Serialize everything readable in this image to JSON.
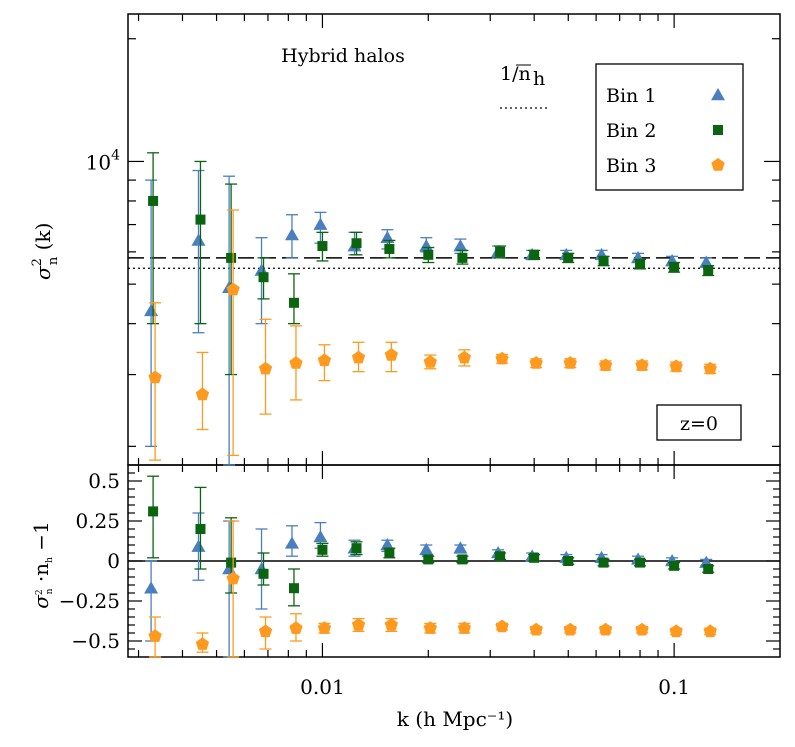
{
  "chart_data": [
    {
      "type": "scatter",
      "panel": "top",
      "title": "Hybrid halos",
      "xscale": "log",
      "yscale": "log",
      "xlim": [
        0.0028,
        0.2
      ],
      "ylim": [
        1800,
        23000
      ],
      "ylabel_symbol": "σ",
      "ylabel_sup": "2",
      "ylabel_sub": "n",
      "ylabel_tail": " (k)",
      "y_major_ticks": [
        {
          "value": 10000,
          "base": "10",
          "exp": "4"
        }
      ],
      "y_minor_ticks": [
        2000,
        3000,
        4000,
        5000,
        6000,
        7000,
        8000,
        9000,
        20000
      ],
      "annotation": "z=0",
      "reference_lines": [
        {
          "label_main": "1/n",
          "label_sub": "h",
          "style": "dotted",
          "value": 5470
        },
        {
          "label": "",
          "style": "dashed",
          "value": 5800
        }
      ],
      "legend": {
        "position": "top-right",
        "entries": [
          "Bin 1",
          "Bin 2",
          "Bin 3"
        ]
      },
      "series": [
        {
          "name": "Bin 1",
          "marker": "triangle",
          "color": "#4a7fbf",
          "x": [
            0.0033,
            0.0045,
            0.0055,
            0.0068,
            0.0083,
            0.01,
            0.0125,
            0.0155,
            0.02,
            0.025,
            0.032,
            0.04,
            0.05,
            0.063,
            0.08,
            0.1,
            0.125
          ],
          "y": [
            4300,
            6400,
            4900,
            5400,
            6600,
            7000,
            6200,
            6500,
            6200,
            6200,
            6000,
            5900,
            5900,
            5900,
            5800,
            5700,
            5650
          ],
          "yerr": [
            [
              2000,
              9000
            ],
            [
              3800,
              9500
            ],
            [
              1800,
              9200
            ],
            [
              4000,
              6500
            ],
            [
              5800,
              7400
            ],
            [
              6300,
              7500
            ],
            [
              5900,
              6700
            ],
            [
              6100,
              6800
            ],
            [
              6000,
              6500
            ],
            [
              5950,
              6450
            ],
            [
              5800,
              6200
            ],
            [
              5750,
              6050
            ],
            [
              5750,
              6050
            ],
            [
              5750,
              6050
            ],
            [
              5650,
              5950
            ],
            [
              5550,
              5850
            ],
            [
              5500,
              5800
            ]
          ]
        },
        {
          "name": "Bin 2",
          "marker": "square",
          "color": "#0b6410",
          "x": [
            0.0033,
            0.0045,
            0.0055,
            0.0068,
            0.0083,
            0.01,
            0.0125,
            0.0155,
            0.02,
            0.025,
            0.032,
            0.04,
            0.05,
            0.063,
            0.08,
            0.1,
            0.125
          ],
          "y": [
            8000,
            7200,
            5800,
            5200,
            4500,
            6200,
            6300,
            6100,
            5900,
            5800,
            6000,
            5900,
            5800,
            5700,
            5600,
            5500,
            5400
          ],
          "yerr": [
            [
              4000,
              10500
            ],
            [
              4000,
              10000
            ],
            [
              3000,
              8800
            ],
            [
              4600,
              5800
            ],
            [
              4000,
              5300
            ],
            [
              5700,
              6700
            ],
            [
              5900,
              6700
            ],
            [
              5800,
              6400
            ],
            [
              5650,
              6150
            ],
            [
              5600,
              6050
            ],
            [
              5800,
              6200
            ],
            [
              5750,
              6050
            ],
            [
              5650,
              5950
            ],
            [
              5550,
              5850
            ],
            [
              5450,
              5750
            ],
            [
              5350,
              5650
            ],
            [
              5250,
              5550
            ]
          ]
        },
        {
          "name": "Bin 3",
          "marker": "pentagon",
          "color": "#ff9a1f",
          "x": [
            0.0033,
            0.0045,
            0.0055,
            0.0068,
            0.0083,
            0.01,
            0.0125,
            0.0155,
            0.02,
            0.025,
            0.032,
            0.04,
            0.05,
            0.063,
            0.08,
            0.1,
            0.125
          ],
          "y": [
            2950,
            2680,
            4850,
            3100,
            3200,
            3250,
            3300,
            3350,
            3220,
            3300,
            3280,
            3200,
            3200,
            3160,
            3160,
            3140,
            3100
          ],
          "yerr": [
            [
              1850,
              4500
            ],
            [
              2200,
              3400
            ],
            [
              1900,
              7600
            ],
            [
              2400,
              4100
            ],
            [
              2600,
              3950
            ],
            [
              2900,
              3550
            ],
            [
              3050,
              3600
            ],
            [
              3050,
              3600
            ],
            [
              3100,
              3350
            ],
            [
              3150,
              3450
            ],
            [
              3200,
              3360
            ],
            [
              3120,
              3280
            ],
            [
              3120,
              3280
            ],
            [
              3080,
              3240
            ],
            [
              3080,
              3240
            ],
            [
              3060,
              3220
            ],
            [
              3020,
              3180
            ]
          ]
        }
      ]
    },
    {
      "type": "scatter",
      "panel": "bottom",
      "xscale": "log",
      "xlim": [
        0.0028,
        0.2
      ],
      "ylim": [
        -0.6,
        0.6
      ],
      "xlabel": "k (h Mpc⁻¹)",
      "x_major_ticks": [
        {
          "value": 0.01,
          "label": "0.01"
        },
        {
          "value": 0.1,
          "label": "0.1"
        }
      ],
      "x_minor_ticks": [
        0.003,
        0.004,
        0.005,
        0.006,
        0.007,
        0.008,
        0.009,
        0.02,
        0.03,
        0.04,
        0.05,
        0.06,
        0.07,
        0.08,
        0.09
      ],
      "y_ticks": [
        {
          "value": 0.5,
          "label": "0.5"
        },
        {
          "value": 0.25,
          "label": "0.25"
        },
        {
          "value": 0,
          "label": "0"
        },
        {
          "value": -0.25,
          "label": "−0.25"
        },
        {
          "value": -0.5,
          "label": "−0.5"
        }
      ],
      "ylabel_parts": [
        "σ",
        "2",
        "n",
        " ·n",
        "h",
        " −1"
      ],
      "reference_lines": [
        {
          "style": "solid",
          "value": 0
        }
      ],
      "series": [
        {
          "name": "Bin 1",
          "marker": "triangle",
          "color": "#4a7fbf",
          "x": [
            0.0033,
            0.0045,
            0.0055,
            0.0068,
            0.0083,
            0.01,
            0.0125,
            0.0155,
            0.02,
            0.025,
            0.032,
            0.04,
            0.05,
            0.063,
            0.08,
            0.1,
            0.125
          ],
          "y": [
            -0.17,
            0.09,
            -0.05,
            -0.05,
            0.11,
            0.15,
            0.08,
            0.1,
            0.07,
            0.08,
            0.05,
            0.03,
            0.02,
            0.02,
            0.01,
            0,
            -0.01
          ],
          "yerr": [
            [
              -0.5,
              0
            ],
            [
              -0.12,
              0.3
            ],
            [
              -0.6,
              0.25
            ],
            [
              -0.3,
              0.2
            ],
            [
              0.03,
              0.22
            ],
            [
              0.08,
              0.24
            ],
            [
              0.03,
              0.13
            ],
            [
              0.06,
              0.13
            ],
            [
              0.04,
              0.1
            ],
            [
              0.05,
              0.1
            ],
            [
              0.03,
              0.07
            ],
            [
              0.01,
              0.05
            ],
            [
              0,
              0.04
            ],
            [
              0,
              0.04
            ],
            [
              -0.01,
              0.03
            ],
            [
              -0.02,
              0.02
            ],
            [
              -0.03,
              0.01
            ]
          ]
        },
        {
          "name": "Bin 2",
          "marker": "square",
          "color": "#0b6410",
          "x": [
            0.0033,
            0.0045,
            0.0055,
            0.0068,
            0.0083,
            0.01,
            0.0125,
            0.0155,
            0.02,
            0.025,
            0.032,
            0.04,
            0.05,
            0.063,
            0.08,
            0.1,
            0.125
          ],
          "y": [
            0.31,
            0.2,
            -0.01,
            -0.08,
            -0.17,
            0.07,
            0.08,
            0.05,
            0.01,
            0.01,
            0.03,
            0.02,
            0,
            -0.01,
            -0.01,
            -0.03,
            -0.05
          ],
          "yerr": [
            [
              0.02,
              0.53
            ],
            [
              -0.05,
              0.46
            ],
            [
              -0.2,
              0.27
            ],
            [
              -0.15,
              0.05
            ],
            [
              -0.28,
              -0.05
            ],
            [
              0.03,
              0.11
            ],
            [
              0.04,
              0.12
            ],
            [
              0.02,
              0.08
            ],
            [
              -0.01,
              0.03
            ],
            [
              -0.01,
              0.03
            ],
            [
              0.01,
              0.05
            ],
            [
              0,
              0.04
            ],
            [
              -0.02,
              0.02
            ],
            [
              -0.03,
              0.01
            ],
            [
              -0.03,
              0.01
            ],
            [
              -0.05,
              -0.01
            ],
            [
              -0.07,
              -0.03
            ]
          ]
        },
        {
          "name": "Bin 3",
          "marker": "pentagon",
          "color": "#ff9a1f",
          "x": [
            0.0033,
            0.0045,
            0.0055,
            0.0068,
            0.0083,
            0.01,
            0.0125,
            0.0155,
            0.02,
            0.025,
            0.032,
            0.04,
            0.05,
            0.063,
            0.08,
            0.1,
            0.125
          ],
          "y": [
            -0.47,
            -0.52,
            -0.11,
            -0.44,
            -0.42,
            -0.42,
            -0.4,
            -0.4,
            -0.42,
            -0.42,
            -0.41,
            -0.43,
            -0.43,
            -0.43,
            -0.43,
            -0.44,
            -0.44
          ],
          "yerr": [
            [
              -0.6,
              -0.35
            ],
            [
              -0.57,
              -0.45
            ],
            [
              -0.6,
              0.25
            ],
            [
              -0.55,
              -0.35
            ],
            [
              -0.5,
              -0.33
            ],
            [
              -0.45,
              -0.39
            ],
            [
              -0.44,
              -0.36
            ],
            [
              -0.44,
              -0.36
            ],
            [
              -0.45,
              -0.39
            ],
            [
              -0.45,
              -0.39
            ],
            [
              -0.43,
              -0.39
            ],
            [
              -0.45,
              -0.41
            ],
            [
              -0.45,
              -0.41
            ],
            [
              -0.45,
              -0.41
            ],
            [
              -0.45,
              -0.41
            ],
            [
              -0.46,
              -0.42
            ],
            [
              -0.46,
              -0.42
            ]
          ]
        }
      ]
    }
  ]
}
